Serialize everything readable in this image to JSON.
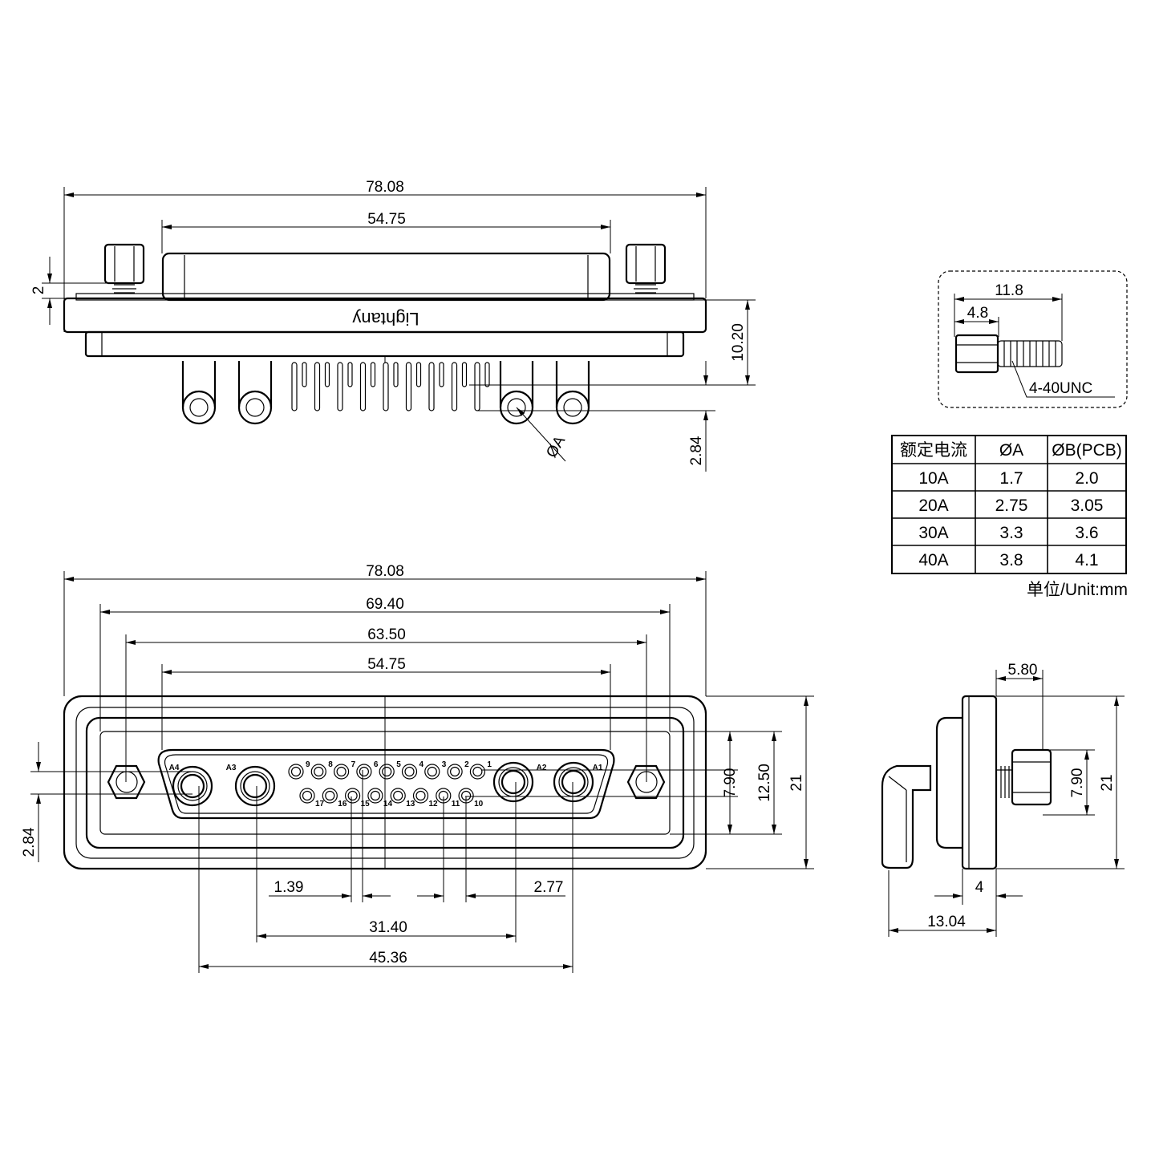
{
  "top_view": {
    "overall_width": "78.08",
    "shell_width": "54.75",
    "screw_gap": "2",
    "height": "10.20",
    "pin_offset": "2.84",
    "pin_diameter_label": "ØA",
    "logo": "Lightany"
  },
  "front_view": {
    "overall_width": "78.08",
    "width_2": "69.40",
    "hole_spacing": "63.50",
    "shell_width": "54.75",
    "row_pitch": "7.90",
    "shell_height": "12.50",
    "overall_height": "21",
    "offset_left": "2.84",
    "pitch_1": "1.39",
    "pitch_2": "2.77",
    "inner_power_spacing": "31.40",
    "outer_power_spacing": "45.36",
    "power_labels": [
      "A4",
      "A3",
      "A2",
      "A1"
    ],
    "signal_row_top": [
      "9",
      "8",
      "7",
      "6",
      "5",
      "4",
      "3",
      "2",
      "1"
    ],
    "signal_row_bottom": [
      "17",
      "16",
      "15",
      "14",
      "13",
      "12",
      "11",
      "10"
    ]
  },
  "screw_detail": {
    "length": "11.8",
    "head_length": "4.8",
    "thread": "4-40UNC"
  },
  "side_view": {
    "screw_offset": "5.80",
    "row_pitch": "7.90",
    "overall_height": "21",
    "flange_depth": "4",
    "overall_depth": "13.04"
  },
  "spec_table": {
    "headers": [
      "额定电流",
      "ØA",
      "ØB(PCB)"
    ],
    "rows": [
      [
        "10A",
        "1.7",
        "2.0"
      ],
      [
        "20A",
        "2.75",
        "3.05"
      ],
      [
        "30A",
        "3.3",
        "3.6"
      ],
      [
        "40A",
        "3.8",
        "4.1"
      ]
    ],
    "unit_note": "单位/Unit:mm"
  }
}
